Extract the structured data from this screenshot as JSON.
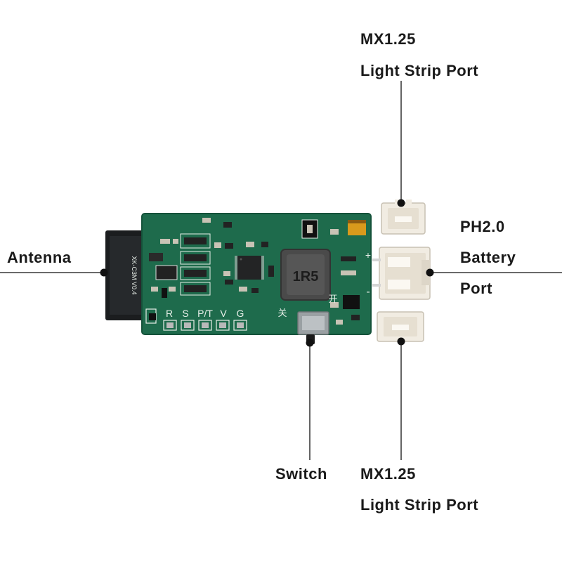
{
  "labels": {
    "top_port_line1": "MX1.25",
    "top_port_line2": "Light Strip Port",
    "battery_line1": "PH2.0",
    "battery_line2": "Battery",
    "battery_line3": "Port",
    "antenna": "Antenna",
    "switch": "Switch",
    "bottom_port_line1": "MX1.25",
    "bottom_port_line2": "Light Strip Port"
  },
  "board": {
    "inductor_marking": "1R5",
    "module_text": "XK-C3M V0.4",
    "pin_labels": [
      "R",
      "S",
      "P/T",
      "V",
      "G"
    ],
    "switch_off": "关",
    "switch_on": "开",
    "plus_mark": "+",
    "minus_mark": "-"
  },
  "colors": {
    "pcb": "#1e6b4c",
    "pcb_edge": "#15523a",
    "silkscreen": "#e8efe9",
    "connector": "#f1ece2",
    "antenna": "#1b1d1f",
    "leader": "#111111"
  }
}
